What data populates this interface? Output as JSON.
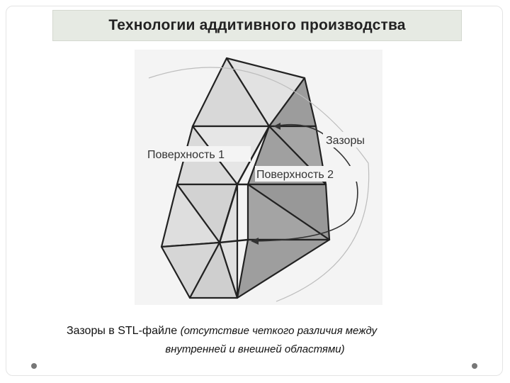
{
  "slide": {
    "title": "Технологии аддитивного производства"
  },
  "figure": {
    "labels": {
      "surface1": "Поверхность 1",
      "surface2": "Поверхность 2",
      "gaps": "Зазоры"
    }
  },
  "caption": {
    "main": "Зазоры в STL-файле",
    "note_line1": "(отсутствие четкого различия между",
    "note_line2": "внутренней и внешней областями)"
  },
  "colors": {
    "title_bg": "#e6eae3",
    "surface_light": "#dcdcdc",
    "surface_dark": "#9a9a9a",
    "edge": "#222222"
  }
}
